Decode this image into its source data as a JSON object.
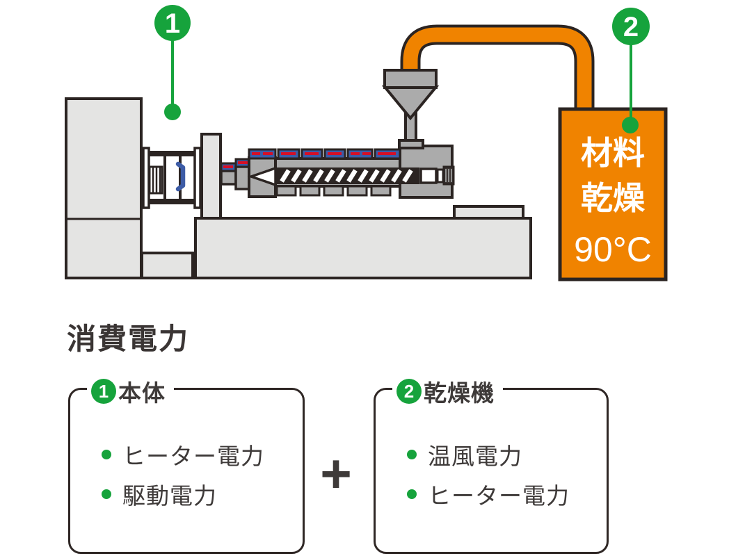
{
  "machine": {
    "marker1_label": "1",
    "marker2_label": "2",
    "dryer_line1": "材料",
    "dryer_line2": "乾燥",
    "dryer_temp": "90°C"
  },
  "section": {
    "heading": "消費電力",
    "plus": "+"
  },
  "boxes": [
    {
      "num": "1",
      "title": "本体",
      "items": [
        "ヒーター電力",
        "駆動電力"
      ]
    },
    {
      "num": "2",
      "title": "乾燥機",
      "items": [
        "温風電力",
        "ヒーター電力"
      ]
    }
  ],
  "colors": {
    "green": "#16a33c",
    "orange": "#f08300",
    "heater_blue": "#3d5ca6",
    "heater_red": "#d60f26",
    "outline_dark": "#2b2422",
    "machine_light_gray": "#e4e4e3",
    "machine_mid_gray": "#ababab",
    "text_dark": "#3e3a39"
  }
}
